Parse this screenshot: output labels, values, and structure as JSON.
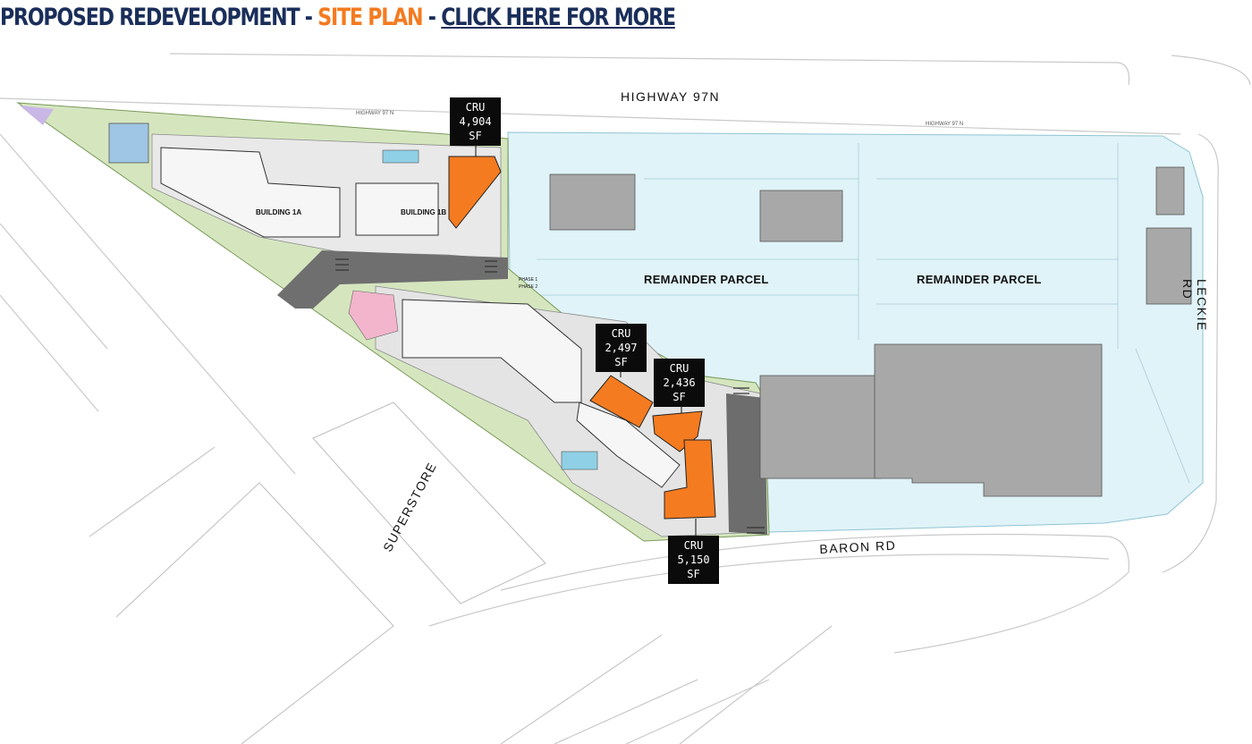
{
  "header": {
    "part1": "PROPOSED REDEVELOPMENT - ",
    "part2": "SITE PLAN",
    "part3": " - ",
    "link": "CLICK HERE FOR MORE"
  },
  "roads": {
    "highway": "HIGHWAY 97N",
    "highway_small": "HIGHWAY 97 N",
    "baron": "BARON RD",
    "leckie": "LECKIE RD",
    "superstore": "SUPERSTORE"
  },
  "parcels": {
    "left": "REMAINDER PARCEL",
    "right": "REMAINDER PARCEL"
  },
  "buildings": {
    "b1a": "BUILDING 1A",
    "b1b": "BUILDING 1B"
  },
  "phases": {
    "phase1": "PHASE 1",
    "phase2": "PHASE 2"
  },
  "cru_units": [
    {
      "title": "CRU",
      "area": "4,904 SF"
    },
    {
      "title": "CRU",
      "area": "2,497 SF"
    },
    {
      "title": "CRU",
      "area": "2,436 SF"
    },
    {
      "title": "CRU",
      "area": "5,150 SF"
    }
  ],
  "colors": {
    "header_dark": "#1a2e5a",
    "header_accent": "#f47b20",
    "cru_orange": "#f47b20",
    "parcel_blue": "#e0f3f8",
    "building_grey": "#a8a8a8"
  }
}
